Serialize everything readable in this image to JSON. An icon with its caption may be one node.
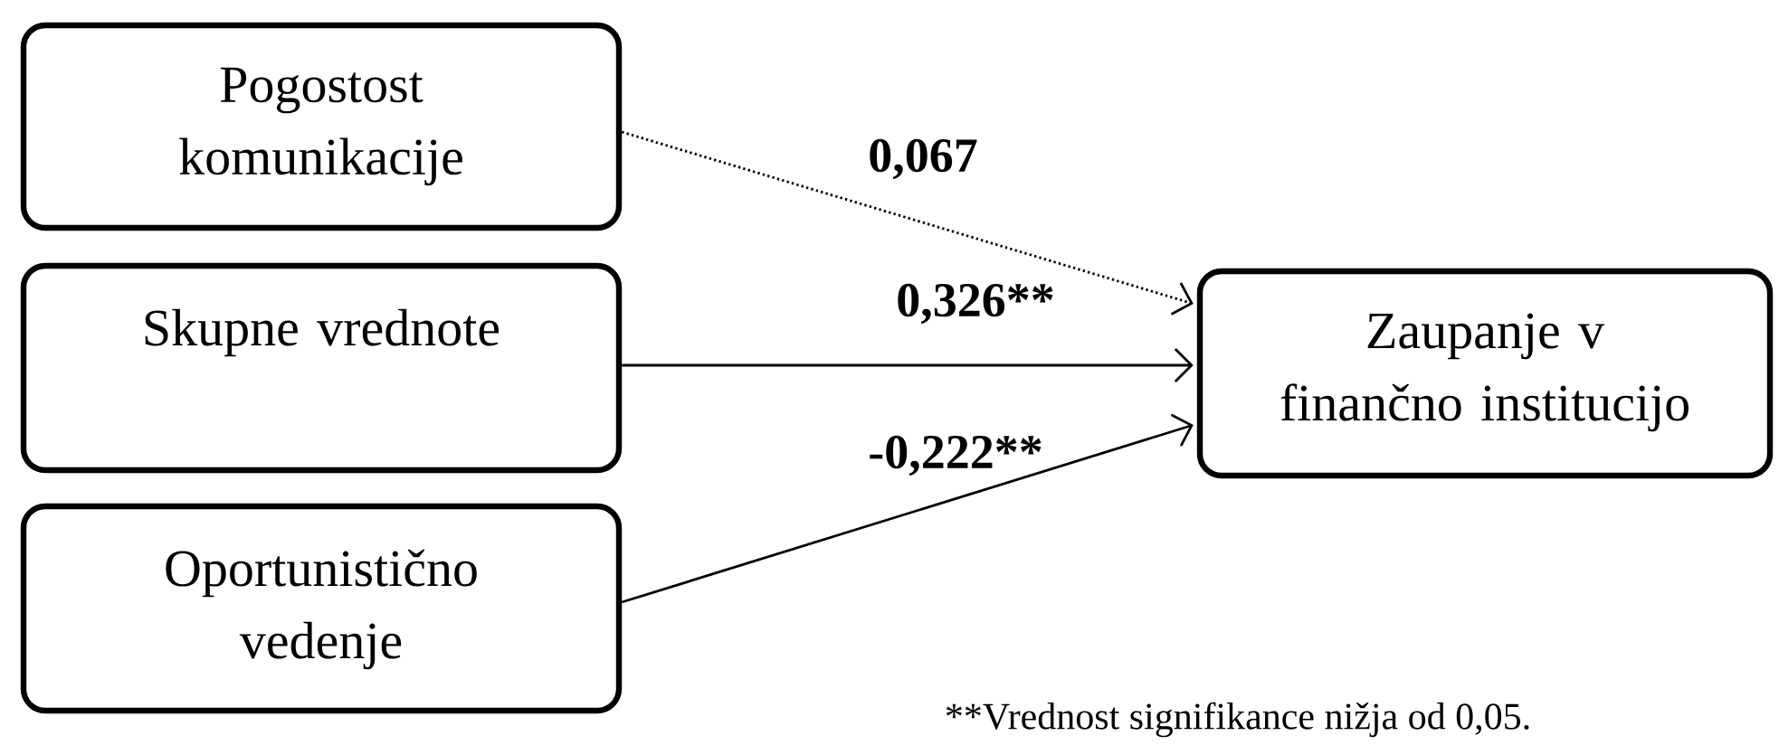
{
  "diagram": {
    "nodes": [
      {
        "text": [
          "Pogostost komunikacije"
        ]
      },
      {
        "text": [
          "Skupne vrednote"
        ]
      },
      {
        "text": [
          "Oportunistično vedenje"
        ]
      },
      {
        "text": [
          "Zaupanje v finančno institucijo"
        ]
      }
    ],
    "edges": [
      {
        "from": 0,
        "to": 3,
        "arrow": "to",
        "label": "0,067",
        "style": "dashed"
      },
      {
        "from": 1,
        "to": 3,
        "arrow": "to",
        "label": "0,326**"
      },
      {
        "from": 2,
        "to": 3,
        "arrow": "to",
        "label": "-0,222**"
      }
    ],
    "labels": [
      "**Vrednost signifikance nižja od 0,05."
    ]
  }
}
